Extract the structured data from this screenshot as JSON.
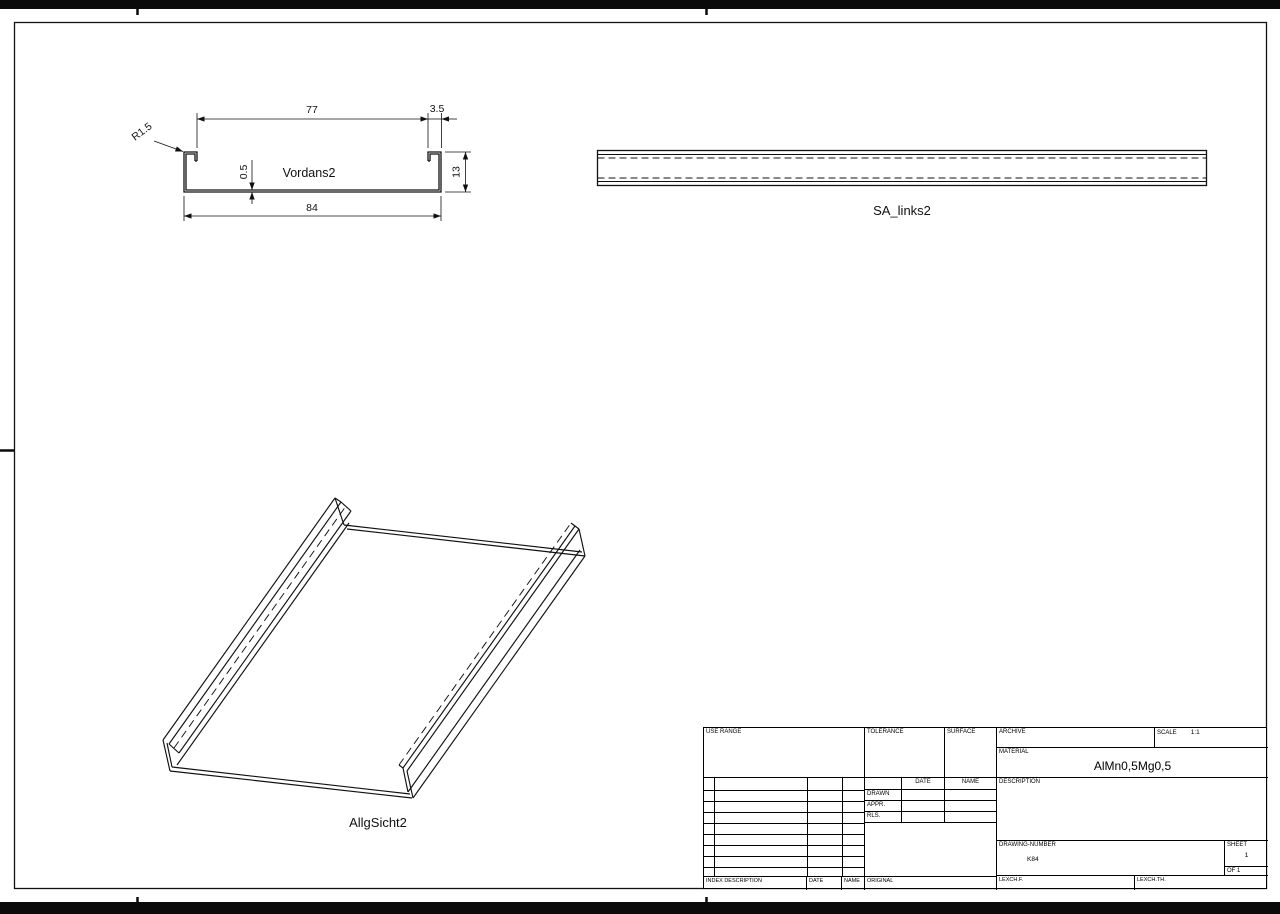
{
  "views": {
    "vordans": {
      "label": "Vordans2",
      "dims": {
        "inner_width": "77",
        "lip": "3.5",
        "radius": "R1.5",
        "thickness": "0.5",
        "outer_width": "84",
        "height": "13"
      }
    },
    "sa_links": {
      "label": "SA_links2"
    },
    "allgsicht": {
      "label": "AllgSicht2"
    }
  },
  "title_block": {
    "use_range": "USE RANGE",
    "tolerance": "TOLERANCE",
    "surface": "SURFACE",
    "archive": "ARCHIVE",
    "scale_label": "SCALE",
    "scale_value": "1:1",
    "material_label": "MATERIAL",
    "material_value": "AlMn0,5Mg0,5",
    "description": "DESCRIPTION",
    "date_header": "DATE",
    "name_header": "NAME",
    "drawn": "DRAWN",
    "approved": "APPR.",
    "released": "RLS.",
    "drawing_number_label": "DRAWING-NUMBER",
    "drawing_number": "K84",
    "sheet_label": "SHEET",
    "sheet_number": "1",
    "sheet_of": "OF 1",
    "index_description": "INDEX DESCRIPTION",
    "rev_date": "DATE",
    "rev_name": "NAME",
    "original": "ORIGINAL",
    "exchange_f": "LEXCH.F.",
    "exchange_th": "LEXCH.TH."
  }
}
